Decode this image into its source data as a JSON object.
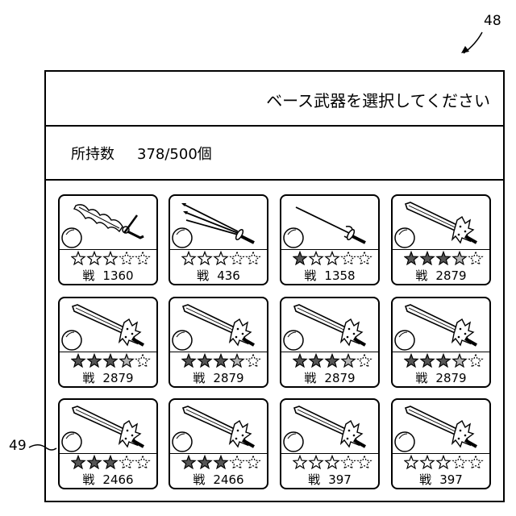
{
  "refs": {
    "figure": "48",
    "card": "49"
  },
  "header": {
    "title": "ベース武器を選択してください"
  },
  "inventory": {
    "label": "所持数",
    "count": "378/500個"
  },
  "power_label": "戦",
  "cards": [
    {
      "weapon": "wavy-sword-icon",
      "stars": [
        1,
        1,
        1,
        0,
        0
      ],
      "power": "1360"
    },
    {
      "weapon": "trident-icon",
      "stars": [
        1,
        1,
        1,
        0,
        0
      ],
      "power": "436"
    },
    {
      "weapon": "rapier-icon",
      "stars": [
        2,
        1,
        1,
        0,
        0
      ],
      "power": "1358"
    },
    {
      "weapon": "broad-sword-icon",
      "stars": [
        2,
        2,
        2,
        3,
        0
      ],
      "power": "2879"
    },
    {
      "weapon": "broad-sword-icon",
      "stars": [
        2,
        2,
        2,
        3,
        0
      ],
      "power": "2879"
    },
    {
      "weapon": "broad-sword-icon",
      "stars": [
        2,
        2,
        2,
        3,
        0
      ],
      "power": "2879"
    },
    {
      "weapon": "broad-sword-icon",
      "stars": [
        2,
        2,
        2,
        3,
        0
      ],
      "power": "2879"
    },
    {
      "weapon": "broad-sword-icon",
      "stars": [
        2,
        2,
        2,
        3,
        0
      ],
      "power": "2879"
    },
    {
      "weapon": "broad-sword-icon",
      "stars": [
        2,
        2,
        2,
        0,
        0
      ],
      "power": "2466"
    },
    {
      "weapon": "broad-sword-icon",
      "stars": [
        2,
        2,
        2,
        0,
        0
      ],
      "power": "2466"
    },
    {
      "weapon": "broad-sword-icon",
      "stars": [
        1,
        1,
        1,
        0,
        0
      ],
      "power": "397"
    },
    {
      "weapon": "broad-sword-icon",
      "stars": [
        1,
        1,
        1,
        0,
        0
      ],
      "power": "397"
    }
  ]
}
